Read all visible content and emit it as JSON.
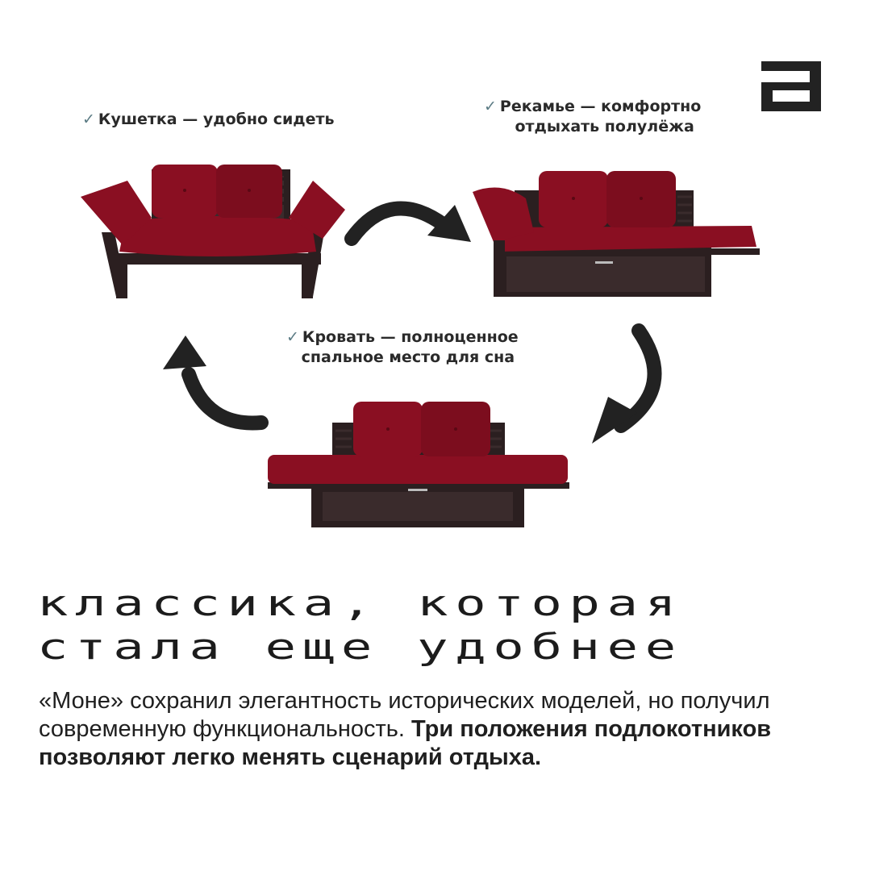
{
  "logo": {
    "name": "brand-logo-icon",
    "color": "#222222"
  },
  "captions": {
    "couch": {
      "check": "✓",
      "lines": [
        "Кушетка — удобно сидеть"
      ]
    },
    "recamier": {
      "check": "✓",
      "lines": [
        "Рекамье — комфортно",
        "отдыхать полулёжа"
      ]
    },
    "bed": {
      "check": "✓",
      "lines": [
        "Кровать — полноценное",
        "спальное место для сна"
      ]
    }
  },
  "headline": {
    "line1": "классика, которая",
    "line2": "стала еще удобнее"
  },
  "body": {
    "plain": "«Моне» сохранил элегантность исторических моделей, но получил современную функциональность. ",
    "bold": "Три положения подлокотников позволяют легко менять сценарий отдыха."
  },
  "colors": {
    "velvet": "#8a0f22",
    "velvet_dark": "#6a0a18",
    "wood": "#2b1f20",
    "arrow": "#222222"
  },
  "icons": [
    "checkmark-icon",
    "curved-arrow-icon",
    "brand-logo-icon"
  ]
}
